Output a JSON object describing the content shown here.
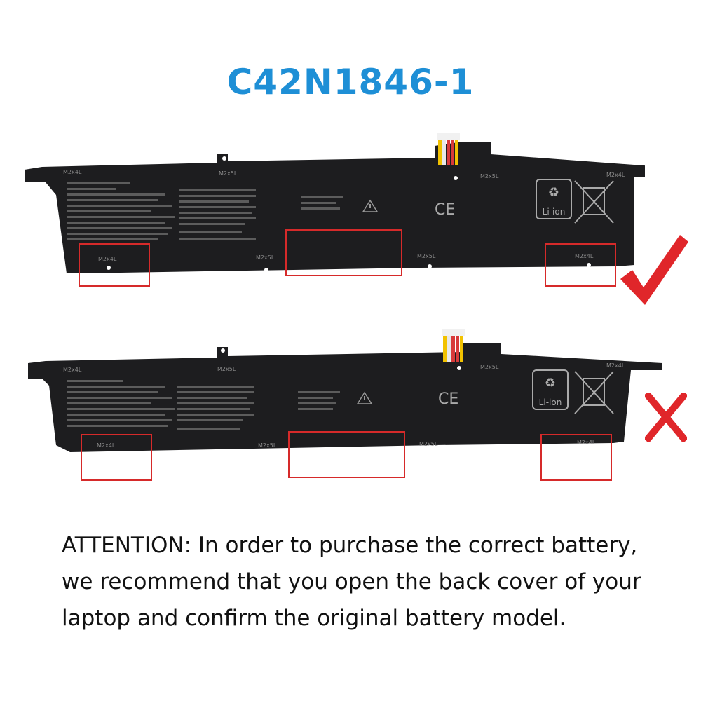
{
  "title": "C42N1846-1",
  "colors": {
    "title": "#1e8fd6",
    "battery_body": "#1d1d1f",
    "highlight": "#d62a2a",
    "check": "#e0262a",
    "cross": "#e0262a",
    "text": "#111111"
  },
  "battery_labels": {
    "screw_m2x5l": "M2x5L",
    "screw_m2x4l": "M2x4L",
    "li_ion": "Li-ion",
    "ce": "CE"
  },
  "icons": [
    "check-mark-icon",
    "cross-mark-icon",
    "warning-icon",
    "recycle-icon",
    "crossed-bin-icon",
    "ce-mark-icon"
  ],
  "attention": {
    "lines": [
      "ATTENTION: In order to purchase the correct battery,",
      "we recommend that you open the back cover of your",
      "laptop and confirm the original battery model."
    ]
  }
}
